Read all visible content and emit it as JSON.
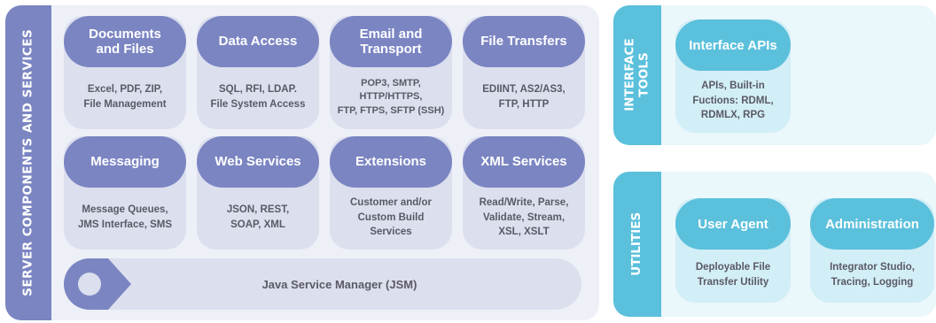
{
  "server": {
    "title": "SERVER COMPONENTS AND SERVICES",
    "cards": [
      {
        "title": "Documents and Files",
        "desc": "Excel, PDF, ZIP,\nFile Management"
      },
      {
        "title": "Data Access",
        "desc": "SQL, RFI, LDAP.\nFile System Access"
      },
      {
        "title": "Email and Transport",
        "desc": "POP3, SMTP,\nHTTP/HTTPS,\nFTP, FTPS, SFTP (SSH)"
      },
      {
        "title": "File Transfers",
        "desc": "EDIINT, AS2/AS3,\nFTP, HTTP"
      },
      {
        "title": "Messaging",
        "desc": "Message Queues,\nJMS Interface, SMS"
      },
      {
        "title": "Web Services",
        "desc": "JSON, REST,\nSOAP, XML"
      },
      {
        "title": "Extensions",
        "desc": "Customer and/or\nCustom Build\nServices"
      },
      {
        "title": "XML Services",
        "desc": "Read/Write, Parse,\nValidate, Stream,\nXSL, XSLT"
      }
    ],
    "jsm_label": "Java Service Manager (JSM)"
  },
  "interface_tools": {
    "title": "INTERFACE TOOLS",
    "cards": [
      {
        "title": "Interface APIs",
        "desc": "APIs, Built-in\nFuctions: RDML,\nRDMLX, RPG"
      }
    ]
  },
  "utilities": {
    "title": "UTILITIES",
    "cards": [
      {
        "title": "User Agent",
        "desc": "Deployable File\nTransfer Utility"
      },
      {
        "title": "Administration",
        "desc": "Integrator Studio,\nTracing, Logging"
      }
    ]
  },
  "colors": {
    "server_accent": "#7b85c2",
    "server_card": "#dcdfee",
    "server_panel": "#eef0f8",
    "teal_accent": "#5bc0dc",
    "teal_card": "#d2eef6",
    "teal_panel": "#eaf7fb",
    "desc_text": "#5a5a66"
  }
}
